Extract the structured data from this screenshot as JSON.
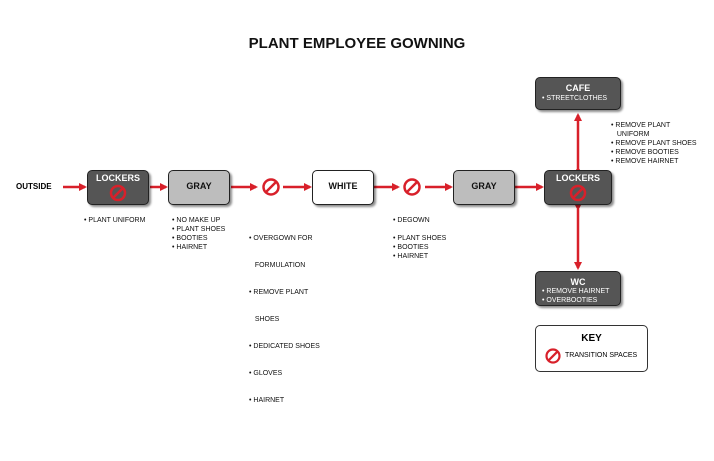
{
  "title": "PLANT EMPLOYEE GOWNING",
  "outside_label": "OUTSIDE",
  "colors": {
    "arrow": "#d8202a",
    "dark_box": "#555555",
    "gray_box": "#bdbdbd",
    "no_symbol": "#d8202a"
  },
  "icons": {
    "transition": "no-entry-icon"
  },
  "nodes": {
    "lockers1": {
      "label": "LOCKERS"
    },
    "gray1": {
      "label": "GRAY"
    },
    "white": {
      "label": "WHITE"
    },
    "gray2": {
      "label": "GRAY"
    },
    "lockers2": {
      "label": "LOCKERS"
    },
    "cafe": {
      "label": "CAFE",
      "items": [
        "• STREETCLOTHES"
      ]
    },
    "wc": {
      "label": "WC",
      "items": [
        "• REMOVE HAIRNET",
        "• OVERBOOTIES"
      ]
    }
  },
  "notes": {
    "lockers1": [
      "• PLANT UNIFORM"
    ],
    "gray1": [
      "• NO MAKE UP",
      "• PLANT SHOES",
      "• BOOTIES",
      "• HAIRNET"
    ],
    "transition2": [
      "• OVERGOWN FOR",
      "   FORMULATION",
      "• REMOVE PLANT",
      "   SHOES",
      "• DEDICATED SHOES",
      "• GLOVES",
      "• HAIRNET"
    ],
    "transition3": [
      "• DEGOWN",
      "",
      "• PLANT SHOES",
      "• BOOTIES",
      "• HAIRNET"
    ],
    "cafe_link": [
      "• REMOVE PLANT",
      "   UNIFORM",
      "• REMOVE PLANT SHOES",
      "• REMOVE BOOTIES",
      "• REMOVE HAIRNET"
    ]
  },
  "key": {
    "title": "KEY",
    "transition_label": "TRANSITION SPACES"
  }
}
